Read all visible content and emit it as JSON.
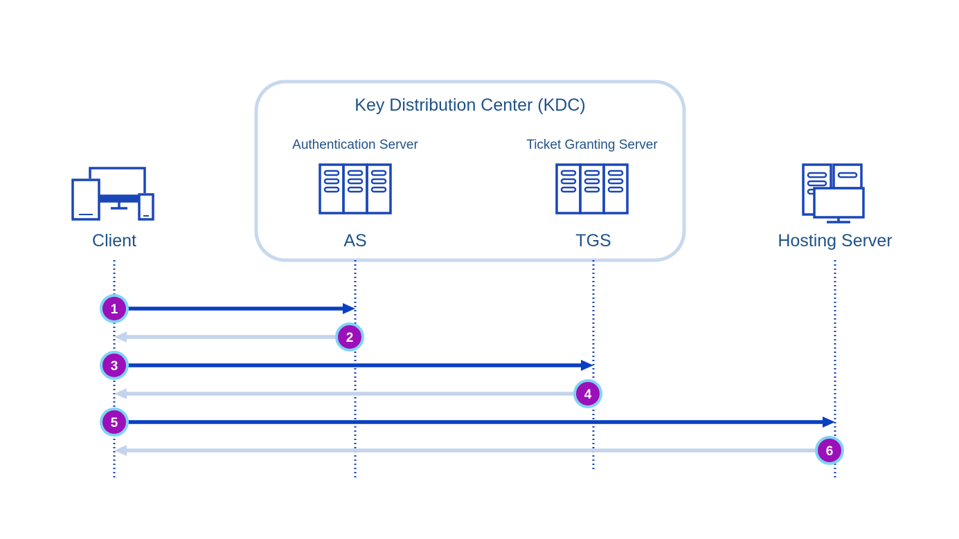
{
  "kdc": {
    "title": "Key Distribution Center (KDC)",
    "authentication_server_label": "Authentication Server",
    "ticket_granting_server_label": "Ticket Granting Server"
  },
  "actors": {
    "client": {
      "label": "Client",
      "icon": "devices-icon"
    },
    "as": {
      "label": "AS",
      "icon": "server-rack-icon"
    },
    "tgs": {
      "label": "TGS",
      "icon": "server-rack-icon"
    },
    "hosting": {
      "label": "Hosting Server",
      "icon": "server-monitor-icon"
    }
  },
  "steps": [
    {
      "number": "1",
      "from": "client",
      "to": "as",
      "style": "request"
    },
    {
      "number": "2",
      "from": "as",
      "to": "client",
      "style": "response"
    },
    {
      "number": "3",
      "from": "client",
      "to": "tgs",
      "style": "request"
    },
    {
      "number": "4",
      "from": "tgs",
      "to": "client",
      "style": "response"
    },
    {
      "number": "5",
      "from": "client",
      "to": "hosting",
      "style": "request"
    },
    {
      "number": "6",
      "from": "hosting",
      "to": "client",
      "style": "response"
    }
  ],
  "colors": {
    "kdc_border": "#c7d8ee",
    "label_text": "#1f5288",
    "icon": "#1a47b8",
    "lifeline": "#1a47b8",
    "request_arrow": "#0a3fc2",
    "response_arrow": "#c3d4ec",
    "badge_fill": "#9b10b8",
    "badge_ring": "#7fd3f5",
    "badge_text": "#ffffff"
  }
}
